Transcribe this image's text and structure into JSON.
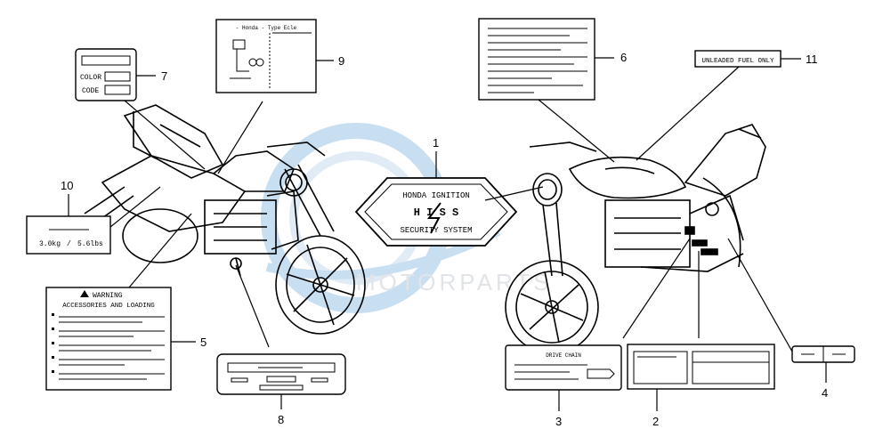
{
  "watermark": {
    "text": "MOTORPARTS",
    "color": "#7fb2dc"
  },
  "callouts": [
    {
      "id": "1"
    },
    {
      "id": "2"
    },
    {
      "id": "3"
    },
    {
      "id": "4"
    },
    {
      "id": "5"
    },
    {
      "id": "6"
    },
    {
      "id": "7"
    },
    {
      "id": "8"
    },
    {
      "id": "9"
    },
    {
      "id": "10"
    },
    {
      "id": "11"
    }
  ],
  "labels": {
    "color_code": {
      "line1": "COLOR",
      "line2": "CODE"
    },
    "type_label": {
      "title": "- Honda - Type Ecle"
    },
    "weight": {
      "left": "3.0kg",
      "sep": "/",
      "right": "5.6lbs"
    },
    "warning": {
      "line1": "WARNING",
      "line2": "ACCESSORIES AND LOADING"
    },
    "fuel": {
      "text": "UNLEADED FUEL ONLY"
    },
    "drive_chain": {
      "text": "DRIVE CHAIN"
    },
    "hiss": {
      "top": "HONDA IGNITION",
      "middle": "H I S S",
      "bottom": "SECURITY SYSTEM"
    }
  }
}
